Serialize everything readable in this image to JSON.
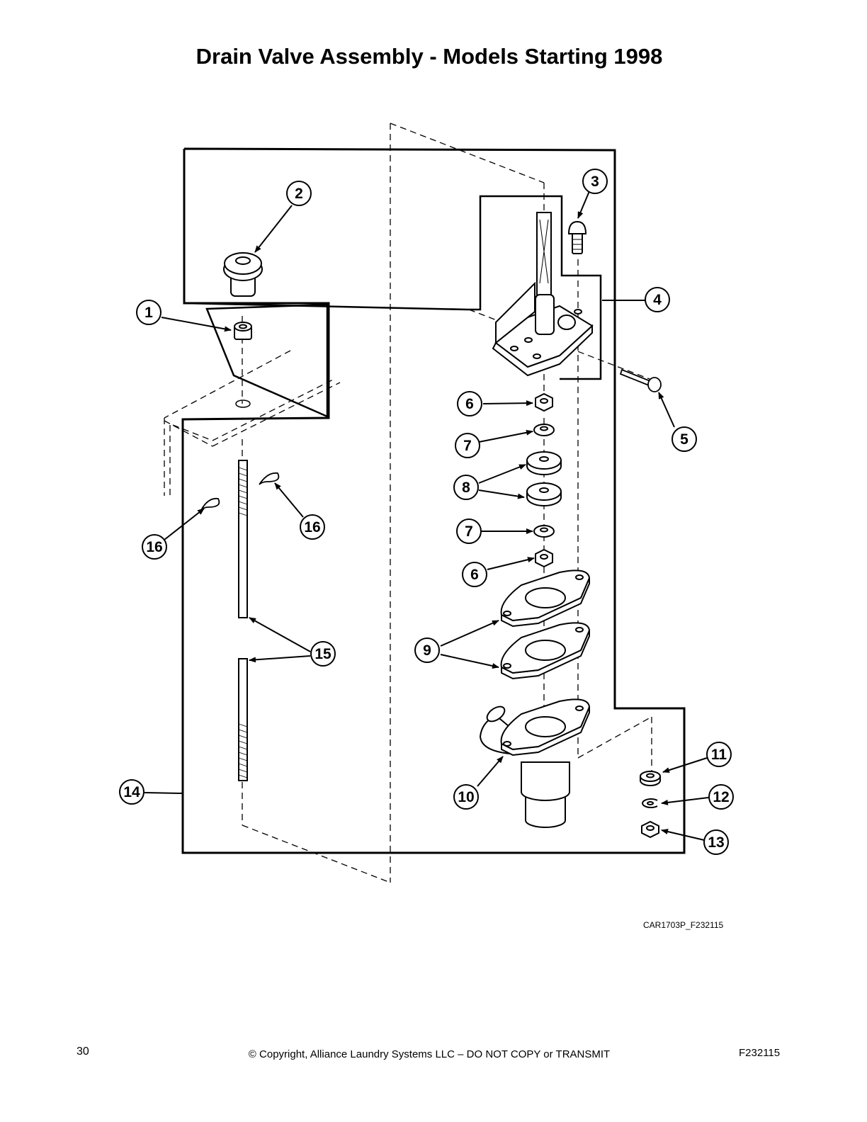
{
  "title": "Drain Valve Assembly - Models Starting 1998",
  "figure_code": "CAR1703P_F232115",
  "footer": {
    "page_number": "30",
    "copyright": "© Copyright, Alliance Laundry Systems LLC – DO NOT COPY or TRANSMIT",
    "doc_code": "F232115"
  },
  "callouts": [
    "1",
    "2",
    "3",
    "4",
    "5",
    "6",
    "7",
    "8",
    "9",
    "10",
    "11",
    "12",
    "13",
    "14",
    "15",
    "16"
  ]
}
